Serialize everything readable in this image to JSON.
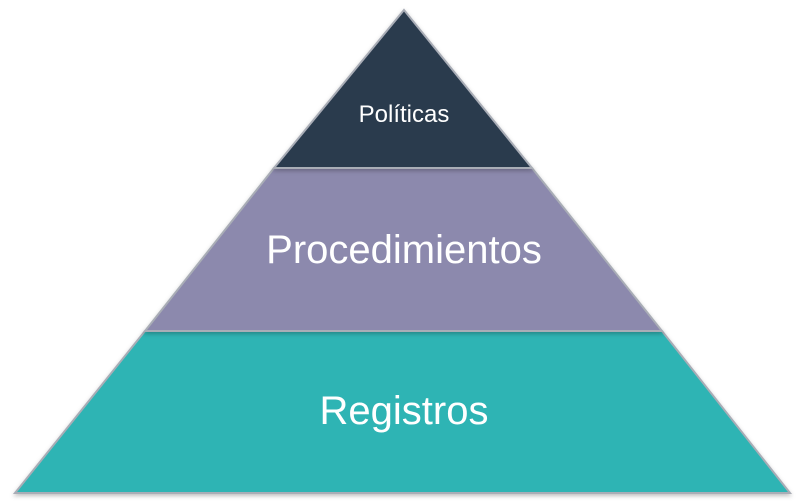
{
  "diagram": {
    "tiers": [
      {
        "label": "Políticas",
        "color": "#2b3a4e"
      },
      {
        "label": "Procedimientos",
        "color": "#8c89ad"
      },
      {
        "label": "Registros",
        "color": "#2fb4b4"
      }
    ],
    "border_color": "#a9adb6"
  }
}
